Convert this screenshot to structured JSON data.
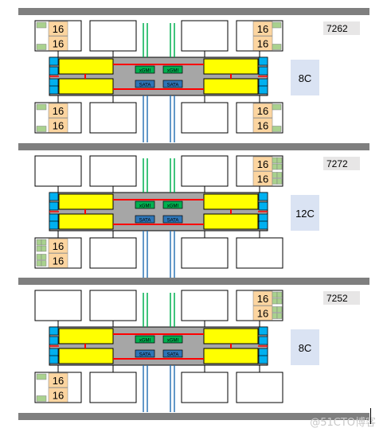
{
  "sections": [
    {
      "model": "7262",
      "cores": "8C",
      "ccd_label": "16",
      "link_top": "xGMI",
      "link_bottom": "SATA",
      "tl_ccds": 2,
      "tr_ccds": 2,
      "bl_ccds": 2,
      "br_ccds": 2,
      "tl_full": 0,
      "tr_full": 0,
      "bl_full": 0,
      "br_full": 0
    },
    {
      "model": "7272",
      "cores": "12C",
      "ccd_label": "16",
      "link_top": "xGMI",
      "link_bottom": "SATA",
      "tl_ccds": 0,
      "tr_ccds": 2,
      "bl_ccds": 2,
      "br_ccds": 0,
      "tl_full": 0,
      "tr_full": 1,
      "bl_full": 1,
      "br_full": 0
    },
    {
      "model": "7252",
      "cores": "8C",
      "ccd_label": "16",
      "link_top": "xGMI",
      "link_bottom": "SATA",
      "tl_ccds": 0,
      "tr_ccds": 2,
      "bl_ccds": 2,
      "br_ccds": 0,
      "tl_full": 0,
      "tr_full": 1,
      "bl_full": 0,
      "br_full": 0
    }
  ],
  "colors": {
    "separator": "#7f7f7f",
    "cpu_gray": "#a6a6a6",
    "quadrant": "#ffff00",
    "ccd_fill": "#fcd5a0",
    "core_green": "#a9d18e",
    "link_green": "#00b050",
    "sata_blue": "#2e75b6",
    "port_blue": "#00b0f0",
    "red": "#ff0000",
    "label_bg": "#e7e6e6",
    "cores_bg": "#dae3f3"
  },
  "watermark": "@51CTO博客"
}
